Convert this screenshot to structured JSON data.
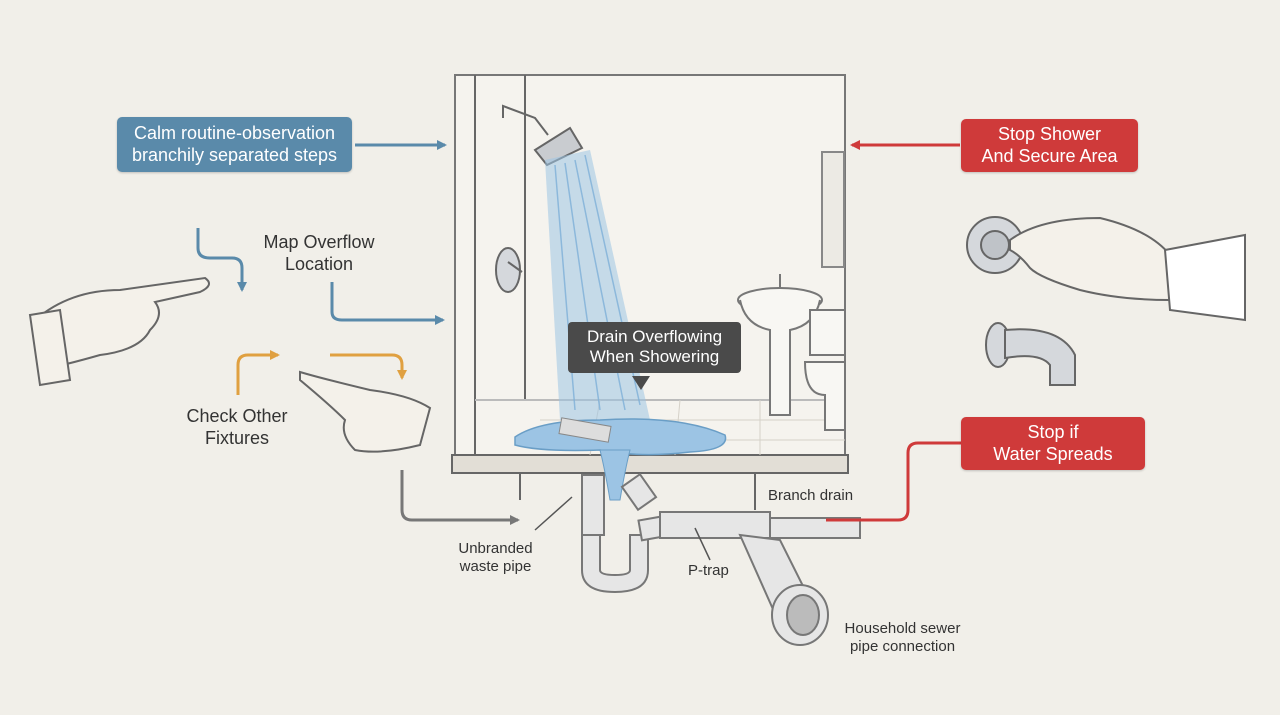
{
  "labels": {
    "calm_routine": {
      "line1": "Calm routine-observation",
      "line2": "branchily separated steps"
    },
    "map_overflow": {
      "line1": "Map Overflow",
      "line2": "Location"
    },
    "check_fixtures": {
      "line1": "Check Other",
      "line2": "Fixtures"
    },
    "drain_overflowing": {
      "line1": "Drain Overflowing",
      "line2": "When Showering"
    },
    "stop_shower": {
      "line1": "Stop Shower",
      "line2": "And Secure Area"
    },
    "stop_if_spreads": {
      "line1": "Stop if",
      "line2": "Water Spreads"
    },
    "branch_drain": "Branch drain",
    "unbranded_pipe": {
      "line1": "Unbranded",
      "line2": "waste pipe"
    },
    "p_trap": "P-trap",
    "sewer_connection": {
      "line1": "Household sewer",
      "line2": "pipe connection"
    }
  },
  "colors": {
    "blue_accent": "#5a8aaa",
    "red_accent": "#cf3a3a",
    "orange_accent": "#e0a040",
    "gray_accent": "#777777",
    "water": "#9cc4e4"
  }
}
